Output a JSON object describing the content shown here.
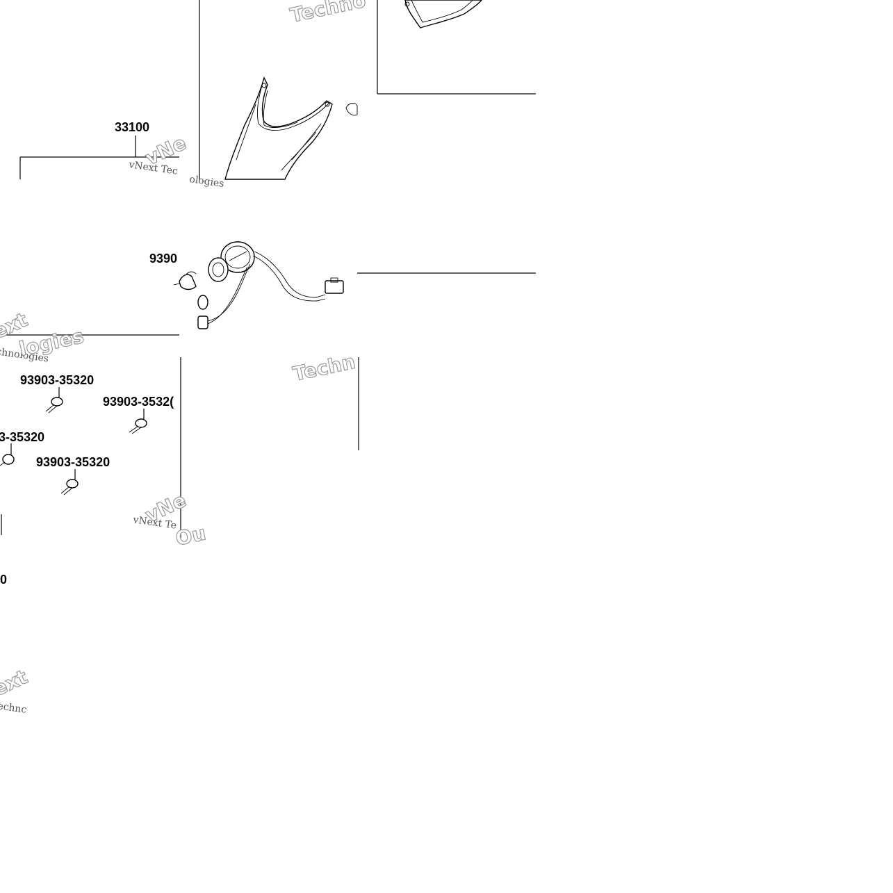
{
  "diagram": {
    "labels": {
      "callout_33100": "33100",
      "callout_93903_partial": "9390",
      "screw_1": "93903-35320",
      "screw_2": "93903-3532(",
      "screw_3": "3-35320",
      "screw_4": "93903-35320",
      "edge_fragment": "0"
    },
    "watermarks": {
      "vnext_tec_1": "vNext Tec",
      "vnext_tec_2": "vNext Te",
      "technologies_1": "ologies",
      "technologies_2": "chnologies",
      "technologies_3": "echnc",
      "techno_big_1": "Techno",
      "techno_big_2": "Techn",
      "vne_big_1": "vNe",
      "ext_big_1": "ext",
      "ext_big_2": "ext",
      "vne_big_2": "vNe",
      "logies_big": "logies",
      "ou_big": "Ou"
    }
  }
}
